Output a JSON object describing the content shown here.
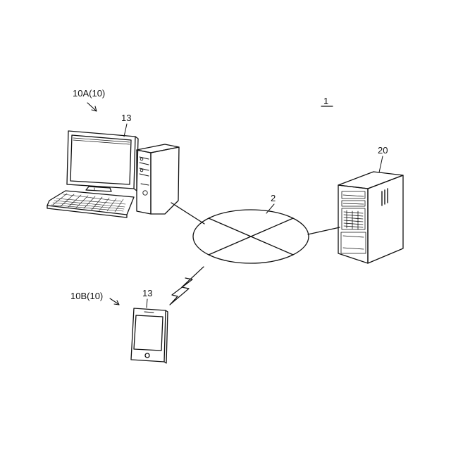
{
  "labels": {
    "system": "1",
    "terminal_a": "10A(10)",
    "terminal_a_part": "13",
    "network": "2",
    "server": "20",
    "terminal_b": "10B(10)",
    "terminal_b_part": "13"
  },
  "icons": {
    "desktop": "desktop-computer-icon",
    "smartphone": "smartphone-icon",
    "server": "server-tower-icon",
    "network": "network-cloud-icon",
    "wireless": "lightning-bolt-icon"
  }
}
